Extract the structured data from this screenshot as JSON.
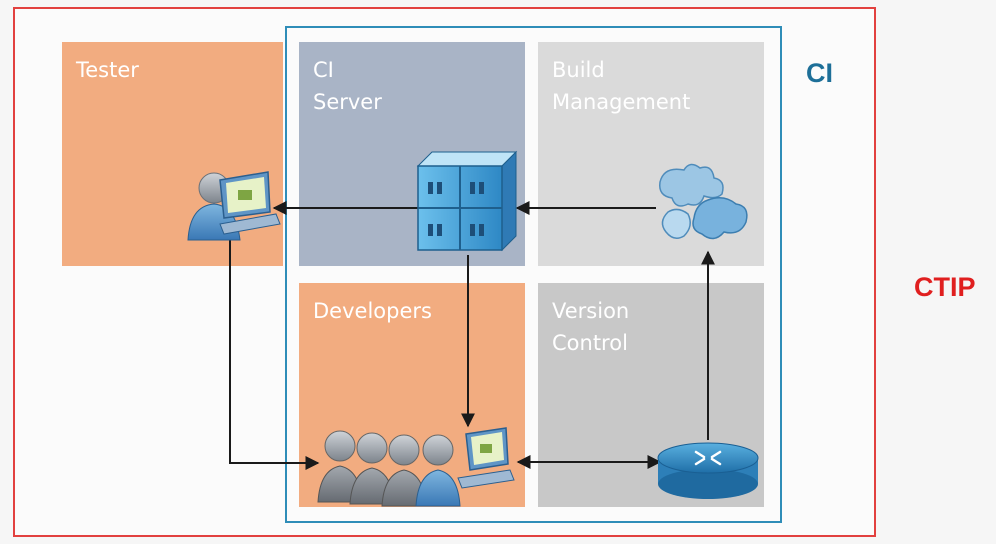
{
  "frames": {
    "outer_label": "CTIP",
    "inner_label": "CI"
  },
  "panels": {
    "tester": "Tester",
    "ci_server": "CI\nServer",
    "build_management": "Build\nManagement",
    "developers": "Developers",
    "version_control": "Version\nControl"
  },
  "colors": {
    "ctip_border": "#e2413f",
    "ci_border": "#2f8db8",
    "role_panel": "#f2ac80",
    "server_panel": "#a9b4c6",
    "build_panel": "#dadada",
    "vcs_panel": "#c8c8c8"
  },
  "icons": {
    "tester": "person-at-computer-icon",
    "ci_server": "server-rack-icon",
    "build_management": "puzzle-pieces-icon",
    "developers": "developer-group-icon",
    "version_control": "router-icon"
  }
}
